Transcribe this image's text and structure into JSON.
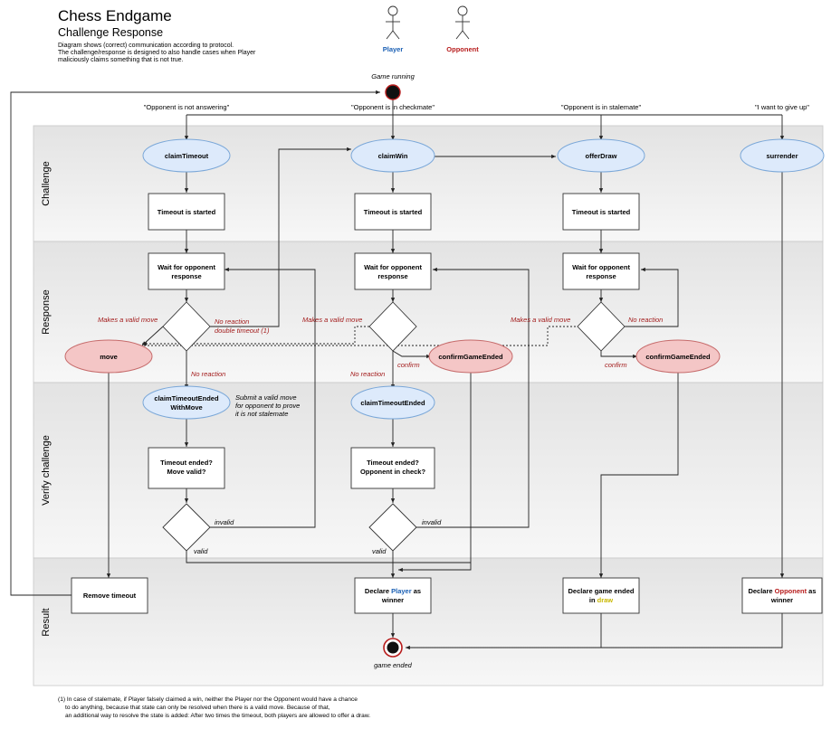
{
  "header": {
    "title": "Chess Endgame",
    "subtitle": "Challenge Response",
    "description": [
      "Diagram shows (correct) communication according to protocol.",
      "The challenge/response is designed to also handle cases when Player",
      "maliciously claims something that is not true."
    ]
  },
  "actors": [
    {
      "label": "Player",
      "color": "#1a5fb4"
    },
    {
      "label": "Opponent",
      "color": "#b71c1c"
    }
  ],
  "lanes": [
    "Challenge",
    "Response",
    "Verify challenge",
    "Result"
  ],
  "start_label": "Game running",
  "end_label": "game ended",
  "quotes": {
    "timeout": "\"Opponent is not answering\"",
    "checkmate": "\"Opponent is in checkmate\"",
    "stalemate": "\"Opponent is in stalemate\"",
    "giveup": "\"I want to give up\""
  },
  "nodes": {
    "claim_timeout": "claimTimeout",
    "claim_win": "claimWin",
    "offer_draw": "offerDraw",
    "surrender": "surrender",
    "timeout_started": "Timeout is started",
    "wait_line1": "Wait for opponent",
    "wait_line2": "response",
    "move": "move",
    "confirm_game_ended": "confirmGameEnded",
    "cte_move_line1": "claimTimeoutEnded",
    "cte_move_line2": "WithMove",
    "cte": "claimTimeoutEnded",
    "timeout_move_line1": "Timeout ended?",
    "timeout_move_line2": "Move valid?",
    "timeout_check_line1": "Timeout ended?",
    "timeout_check_line2": "Opponent in check?",
    "remove_timeout": "Remove timeout",
    "declare_prefix": "Declare ",
    "declare_suffix": " as",
    "winner": "winner",
    "declare_player_word": "Player",
    "declare_opponent_word": "Opponent",
    "declare_draw_line1": "Declare game ended",
    "declare_draw_in": "in ",
    "declare_draw_word": "draw",
    "draw_color": "#c9b800"
  },
  "edges": {
    "makes_valid_move": "Makes a valid move",
    "no_reaction": "No reaction",
    "double_timeout": "double timeout (1)",
    "confirm": "confirm",
    "invalid": "invalid",
    "valid": "valid"
  },
  "submit_note": [
    "Submit a valid move",
    "for opponent to prove",
    "it is not stalemate"
  ],
  "footnote": [
    "(1) In case of stalemate, if Player falsely claimed a win, neither the Player nor the Opponent would have a chance",
    "to do anything, because that state can only be resolved when there is a valid move. Because of that,",
    "an additional way to resolve the state is added: After two times the timeout, both players are allowed to offer a draw."
  ],
  "colors": {
    "player_node_fill": "#ddeafb",
    "player_node_stroke": "#7aa7d8",
    "opponent_node_fill": "#f4c6c6",
    "opponent_node_stroke": "#c66b6b",
    "edge_label_red": "#a31c1c"
  }
}
